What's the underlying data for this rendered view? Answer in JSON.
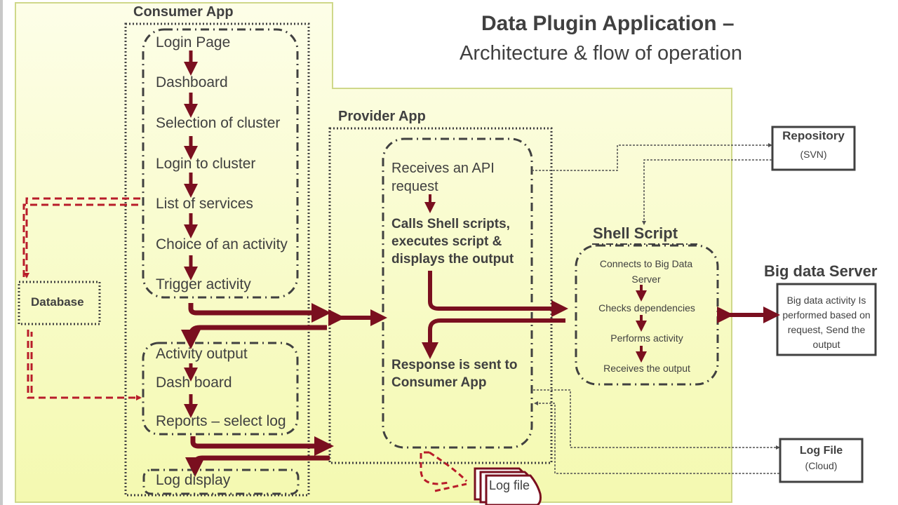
{
  "title": {
    "line1": "Data Plugin Application –",
    "line2": "Architecture & flow of operation"
  },
  "consumer_app": {
    "label": "Consumer App",
    "flow1": [
      "Login Page",
      "Dashboard",
      "Selection of cluster",
      "Login to cluster",
      "List of services",
      "Choice of an activity",
      "Trigger activity"
    ],
    "flow2": [
      "Activity output",
      "Dash board",
      "Reports – select log"
    ],
    "log_display": "Log display"
  },
  "database": {
    "label": "Database"
  },
  "provider_app": {
    "label": "Provider App",
    "step1": "Receives an API request",
    "step2": "Calls Shell scripts, executes script & displays the output",
    "step3": "Response is sent to Consumer App",
    "log_file": "Log file"
  },
  "shell_script": {
    "label": "Shell  Script",
    "steps": [
      "Connects to Big Data Server",
      "Checks dependencies",
      "Performs activity",
      "Receives the output"
    ]
  },
  "repository": {
    "label": "Repository",
    "sub": "(SVN)"
  },
  "big_data_server": {
    "label": "Big data Server",
    "desc": "Big data activity Is performed based on request, Send the output"
  },
  "log_file_cloud": {
    "label": "Log File",
    "sub": "(Cloud)"
  },
  "colors": {
    "background_panel": "#f8fcc4",
    "arrow": "#7a0f1f",
    "dashed_red": "#b81c2a",
    "text": "#404040",
    "border_dark": "#404040"
  }
}
